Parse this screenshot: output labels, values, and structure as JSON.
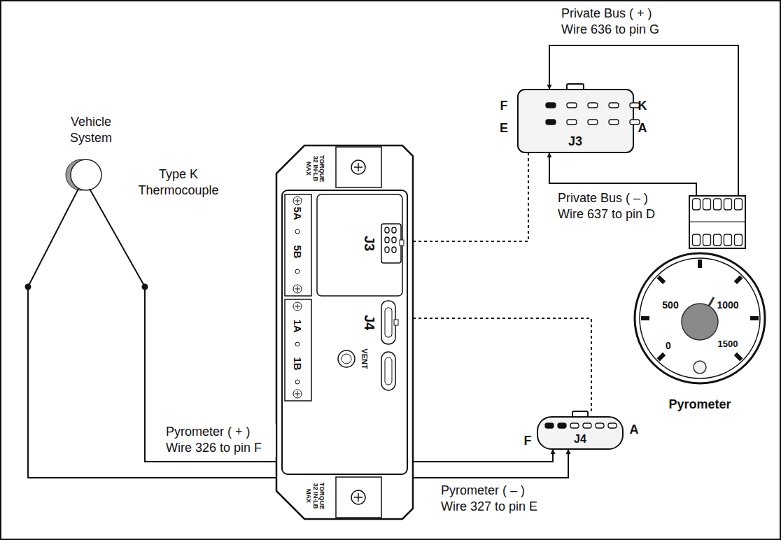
{
  "diagram": {
    "nodes": [
      {
        "text": [
          "J3"
        ]
      },
      {
        "text": [
          "Vehicle System",
          "Type K Thermocouple"
        ]
      },
      {
        "text": [
          "5A",
          "5B",
          "J3",
          "J4",
          "1A",
          "1B",
          "VENT",
          "TORQUE 32 IN-LB MAX",
          "TORQUE 32 IN-LB MAX"
        ]
      },
      {
        "text": [
          "500",
          "1000",
          "0",
          "1500",
          "Pyrometer"
        ]
      },
      {
        "text": [
          "J4"
        ]
      }
    ],
    "edges": [
      {
        "from": 3,
        "to": 0,
        "label": "Private Bus ( + ) Wire 636 to pin G",
        "arrow": "to"
      },
      {
        "from": 3,
        "to": 0,
        "label": "Private Bus ( – ) Wire 637 to pin D",
        "arrow": "to"
      },
      {
        "from": 1,
        "to": 4,
        "label": "Pyrometer ( + ) Wire 326 to pin F",
        "arrow": "to"
      },
      {
        "from": 1,
        "to": 4,
        "label": "Pyrometer ( – ) Wire 327 to pin E",
        "arrow": "to"
      },
      {
        "from": 2,
        "to": 0,
        "arrow": "none"
      },
      {
        "from": 2,
        "to": 4,
        "arrow": "none"
      }
    ],
    "labels": [
      "F",
      "K",
      "E",
      "A",
      "F",
      "A"
    ]
  }
}
